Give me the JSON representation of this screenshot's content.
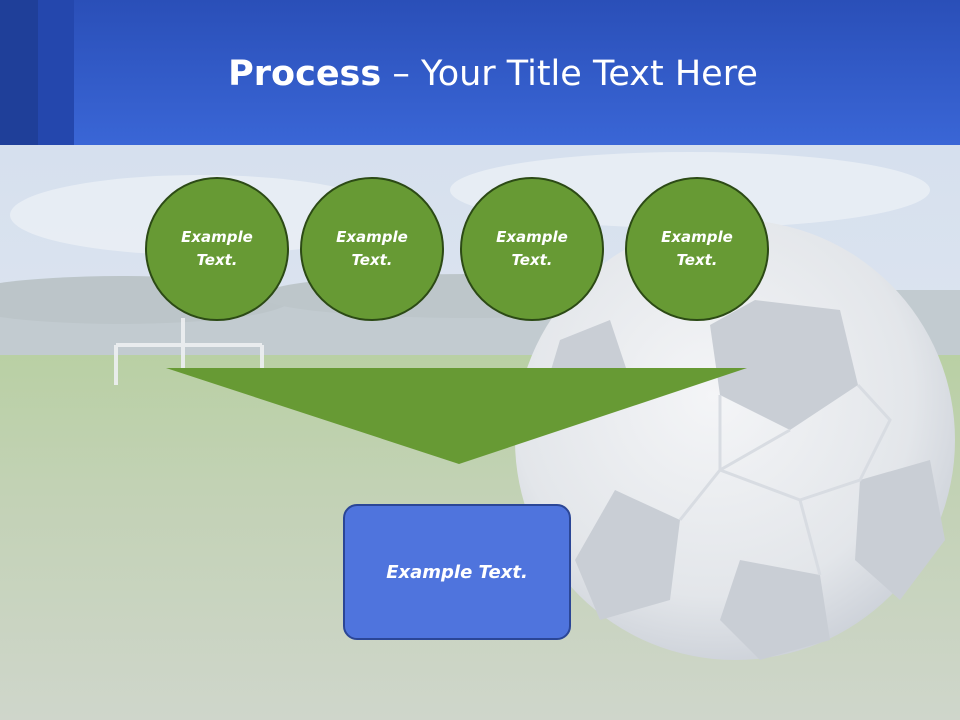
{
  "slide": {
    "title_bold": "Process",
    "title_rest": " – Your Title Text Here"
  },
  "process": {
    "steps": [
      {
        "label": "Example Text."
      },
      {
        "label": "Example Text."
      },
      {
        "label": "Example Text."
      },
      {
        "label": "Example Text."
      }
    ],
    "result": {
      "label": "Example Text."
    }
  },
  "colors": {
    "header_blue": "#3a66d6",
    "step_green": "#679a34",
    "result_blue": "#4f74dd"
  }
}
